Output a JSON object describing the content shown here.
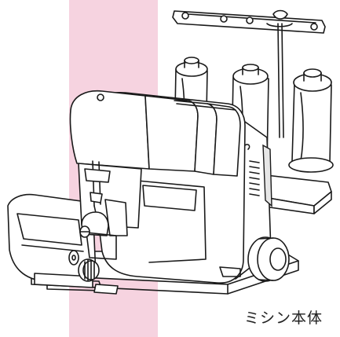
{
  "caption": "ミシン本体",
  "colors": {
    "highlight_band": "#f6d3e0",
    "line": "#1a1a1a",
    "background": "#ffffff"
  },
  "parts": [
    "thread-stand",
    "spool-left",
    "spool-middle",
    "spool-right",
    "machine-body",
    "front-cover",
    "handwheel",
    "presser-foot",
    "needle-area",
    "dial",
    "side-table"
  ]
}
